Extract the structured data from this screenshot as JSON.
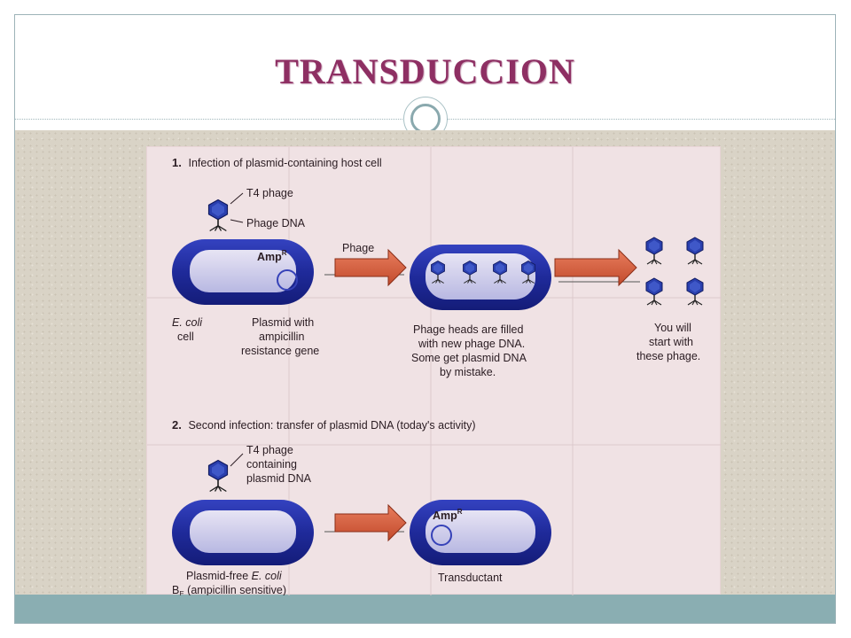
{
  "slide": {
    "title": "TRANSDUCCION"
  },
  "figure": {
    "step1": {
      "heading_num": "1.",
      "heading_text": "Infection of plasmid-containing host cell",
      "t4_label": "T4 phage",
      "dna_label": "Phage DNA",
      "amp_label": "Amp",
      "amp_sup": "R",
      "arrow_label": "Phage",
      "ecoli_label_line1": "E. coli",
      "ecoli_label_line2": "cell",
      "plasmid_label_line1": "Plasmid with",
      "plasmid_label_line2": "ampicillin",
      "plasmid_label_line3": "resistance gene",
      "heads_label_line1": "Phage heads are filled",
      "heads_label_line2": "with new phage DNA.",
      "heads_label_line3": "Some get plasmid DNA",
      "heads_label_line4": "by mistake.",
      "start_label_line1": "You will",
      "start_label_line2": "start with",
      "start_label_line3": "these phage."
    },
    "step2": {
      "heading_num": "2.",
      "heading_text": "Second infection: transfer of plasmid DNA (today's activity)",
      "t4_label_line1": "T4 phage",
      "t4_label_line2": "containing",
      "t4_label_line3": "plasmid DNA",
      "amp_label": "Amp",
      "amp_sup": "R",
      "plasmid_free_prefix": "Plasmid-free ",
      "plasmid_free_species": "E. coli",
      "strain_label": "B",
      "strain_sub": "E",
      "strain_desc": " (ampicillin sensitive)",
      "transductant_label": "Transductant"
    }
  },
  "colors": {
    "title": "#8e2f63",
    "cell_blue": "#2634a8",
    "arrow_red": "#d6603f",
    "footer": "#8aaeb2"
  }
}
